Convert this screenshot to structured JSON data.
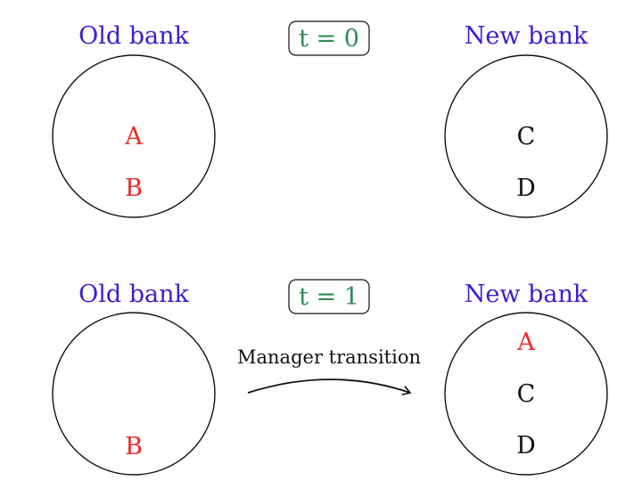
{
  "colors": {
    "bank_title": "#3a1fd0",
    "time_label": "#2e8b57",
    "moved_member": "#ee2a24",
    "member": "#111111",
    "outline": "#111111"
  },
  "panels": [
    {
      "time_label": "t = 0",
      "old_bank": {
        "title": "Old bank",
        "members": [
          "A",
          "B"
        ]
      },
      "new_bank": {
        "title": "New bank",
        "members": [
          "C",
          "D"
        ]
      }
    },
    {
      "time_label": "t = 1",
      "old_bank": {
        "title": "Old bank",
        "members": [
          "B"
        ]
      },
      "new_bank": {
        "title": "New bank",
        "members": [
          "A",
          "C",
          "D"
        ]
      },
      "transition": {
        "label": "Manager transition",
        "icon": "curved-arrow-icon"
      }
    }
  ]
}
